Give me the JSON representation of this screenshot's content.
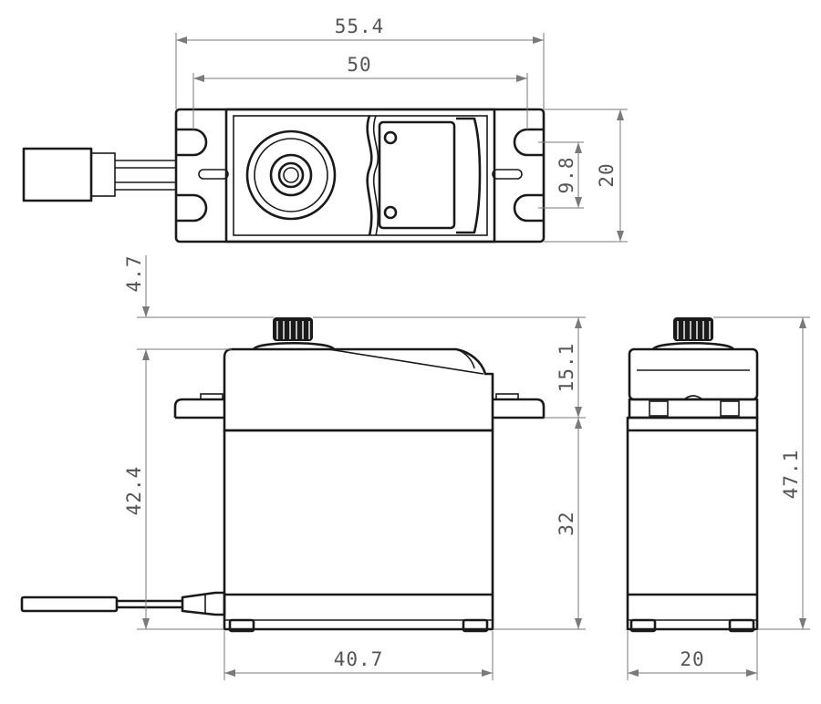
{
  "dimensions": {
    "top_overall_width": "55.4",
    "top_hole_spacing": "50",
    "top_slot_spacing": "9.8",
    "top_width": "20",
    "front_shaft_height": "4.7",
    "front_upper_height": "15.1",
    "front_body_height": "42.4",
    "front_lower_height": "32",
    "front_case_width": "40.7",
    "side_total_height": "47.1",
    "side_width": "20"
  },
  "colors": {
    "outline": "#1a1a1a",
    "dimension_line": "#7a7a7a",
    "dimension_text": "#555555",
    "background": "#ffffff"
  }
}
